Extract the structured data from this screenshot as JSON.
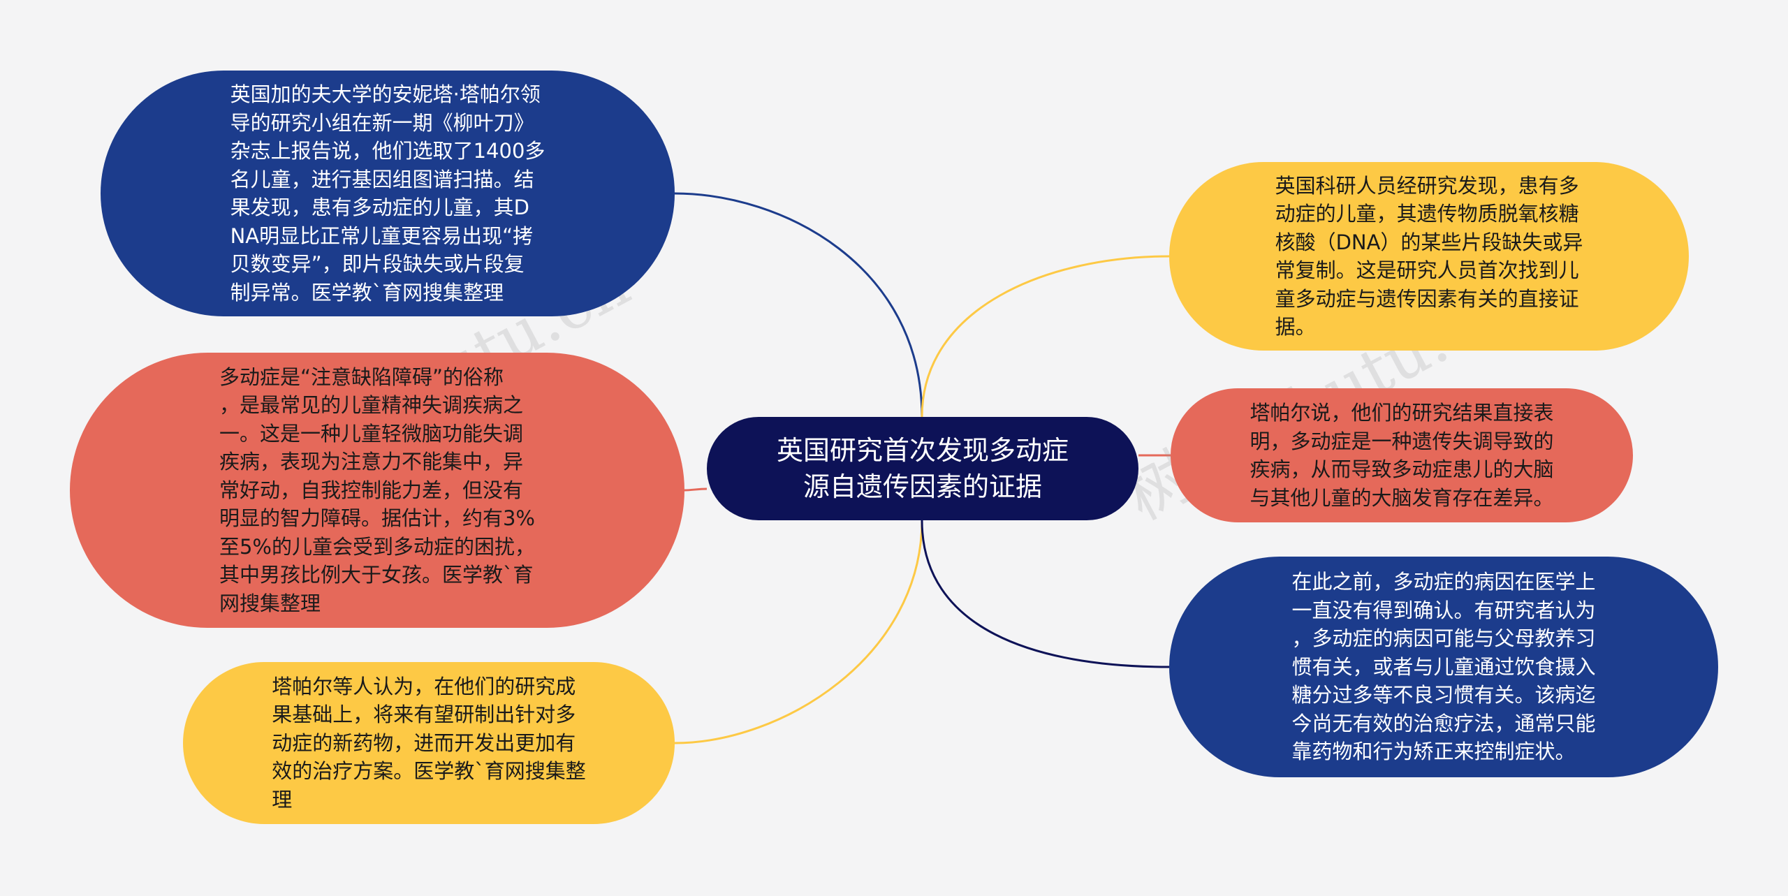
{
  "colors": {
    "background": "#f4f4f5",
    "central": "#0d1257",
    "blue": "#1c3c8c",
    "red": "#e5695a",
    "yellow": "#fdc945"
  },
  "central": {
    "text": "英国研究首次发现多动症\n源自遗传因素的证据"
  },
  "nodes": [
    {
      "id": "n1",
      "color": "blue",
      "text": "英国加的夫大学的安妮塔·塔帕尔领\n导的研究小组在新一期《柳叶刀》\n杂志上报告说，他们选取了1400多\n名儿童，进行基因组图谱扫描。结\n果发现，患有多动症的儿童，其D\nNA明显比正常儿童更容易出现“拷\n贝数变异”，即片段缺失或片段复\n制异常。医学教`育网搜集整理"
    },
    {
      "id": "n2",
      "color": "red",
      "text": "多动症是“注意缺陷障碍”的俗称\n，是最常见的儿童精神失调疾病之\n一。这是一种儿童轻微脑功能失调\n疾病，表现为注意力不能集中，异\n常好动，自我控制能力差，但没有\n明显的智力障碍。据估计，约有3%\n至5%的儿童会受到多动症的困扰，\n其中男孩比例大于女孩。医学教`育\n网搜集整理"
    },
    {
      "id": "n3",
      "color": "yellow",
      "text": "塔帕尔等人认为，在他们的研究成\n果基础上，将来有望研制出针对多\n动症的新药物，进而开发出更加有\n效的治疗方案。医学教`育网搜集整\n理"
    },
    {
      "id": "n4",
      "color": "yellow",
      "text": "英国科研人员经研究发现，患有多\n动症的儿童，其遗传物质脱氧核糖\n核酸（DNA）的某些片段缺失或异\n常复制。这是研究人员首次找到儿\n童多动症与遗传因素有关的直接证\n据。"
    },
    {
      "id": "n5",
      "color": "red",
      "text": "塔帕尔说，他们的研究结果直接表\n明，多动症是一种遗传失调导致的\n疾病，从而导致多动症患儿的大脑\n与其他儿童的大脑发育存在差异。"
    },
    {
      "id": "n6",
      "color": "blue",
      "text": "在此之前，多动症的病因在医学上\n一直没有得到确认。有研究者认为\n，多动症的病因可能与父母教养习\n惯有关，或者与儿童通过饮食摄入\n糖分过多等不良习惯有关。该病迄\n今尚无有效的治愈疗法，通常只能\n靠药物和行为矫正来控制症状。"
    }
  ],
  "watermark": {
    "left": "树图 shutu.cn",
    "right": "树图 shutu.cn"
  }
}
